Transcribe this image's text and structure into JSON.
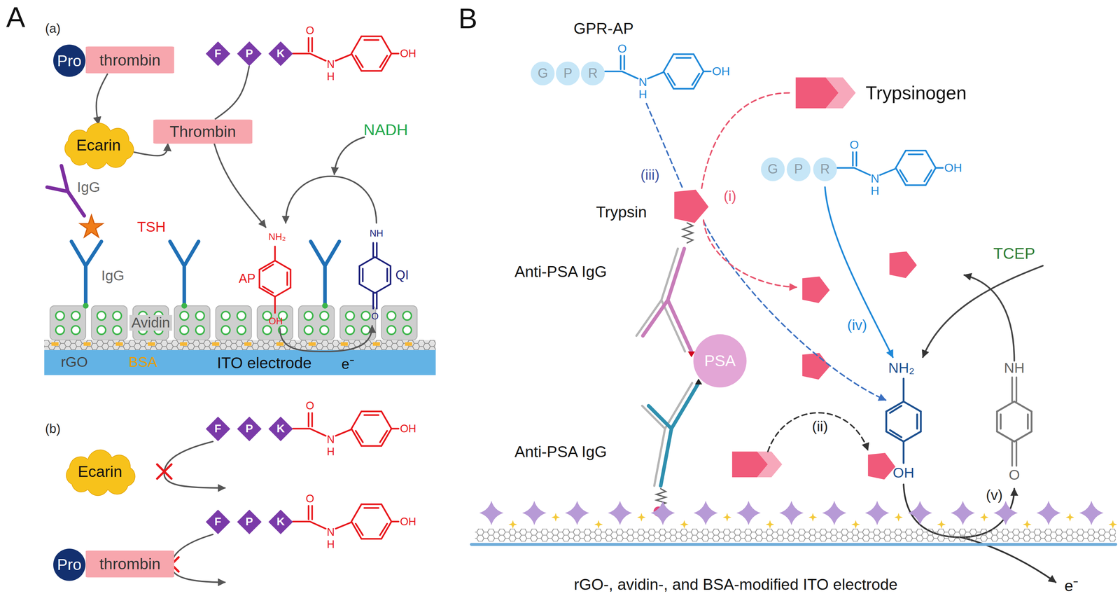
{
  "diagram": {
    "nodes": [
      {
        "text": [
          "Pro"
        ]
      },
      {
        "text": [
          "thrombin"
        ]
      },
      {
        "text": [
          "F"
        ]
      },
      {
        "text": [
          "P"
        ]
      },
      {
        "text": [
          "K"
        ]
      },
      {
        "text": [
          "Ecarin"
        ]
      },
      {
        "text": [
          "Thrombin"
        ]
      },
      {
        "text": [
          "Ecarin"
        ]
      },
      {
        "text": [
          "F"
        ]
      },
      {
        "text": [
          "P"
        ]
      },
      {
        "text": [
          "K"
        ]
      },
      {
        "text": [
          "Pro"
        ]
      },
      {
        "text": [
          "thrombin"
        ]
      },
      {
        "text": [
          "F"
        ]
      },
      {
        "text": [
          "P"
        ]
      },
      {
        "text": [
          "K"
        ]
      },
      {
        "text": [
          "G"
        ]
      },
      {
        "text": [
          "P"
        ]
      },
      {
        "text": [
          "R"
        ]
      },
      {
        "text": [
          "G"
        ]
      },
      {
        "text": [
          "P"
        ]
      },
      {
        "text": [
          "R"
        ]
      },
      {
        "text": [
          "PSA"
        ]
      }
    ],
    "edges": [
      {
        "from": 1,
        "to": 5,
        "arrow": "to"
      },
      {
        "from": 5,
        "to": 6,
        "arrow": "to"
      },
      {
        "from": 3,
        "to": 6,
        "arrow": "none"
      }
    ],
    "labels": [
      "A",
      "(a)",
      "IgG",
      "TSH",
      "IgG",
      "NADH",
      "O",
      "N",
      "H",
      "OH",
      "NH₂",
      "OH",
      "AP",
      "NH",
      "O",
      "QI",
      "Avidin",
      "rGO",
      "BSA",
      "ITO electrode",
      "e⁻",
      "(b)",
      "O",
      "N",
      "H",
      "OH",
      "O",
      "N",
      "H",
      "OH",
      "B",
      "GPR-AP",
      "O",
      "N",
      "H",
      "OH",
      "Trypsinogen",
      "(iii)",
      "(i)",
      "Trypsin",
      "Anti-PSA IgG",
      "Anti-PSA IgG",
      "O",
      "N",
      "H",
      "OH",
      "(iv)",
      "TCEP",
      "NH₂",
      "OH",
      "NH",
      "O",
      "(ii)",
      "(v)",
      "rGO-, avidin-, and BSA-modified ITO electrode",
      "e⁻"
    ]
  }
}
